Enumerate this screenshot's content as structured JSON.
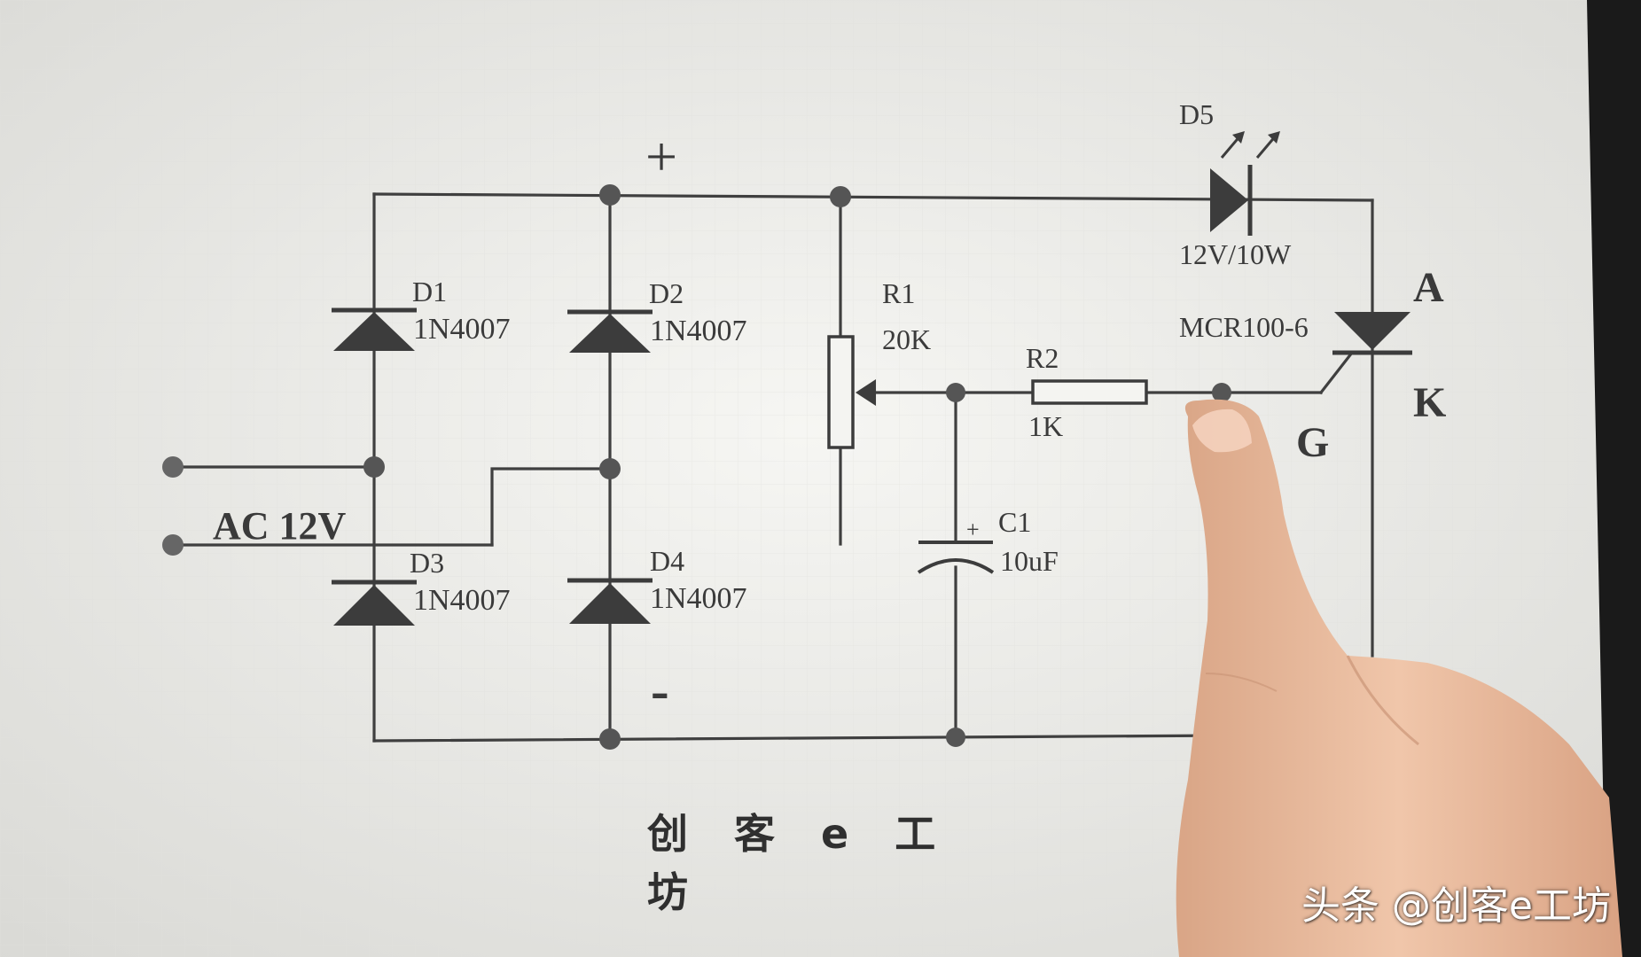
{
  "rail_labels": {
    "positive": "+",
    "negative": "-"
  },
  "input": {
    "label": "AC 12V"
  },
  "diodes": [
    {
      "ref": "D1",
      "part": "1N4007"
    },
    {
      "ref": "D2",
      "part": "1N4007"
    },
    {
      "ref": "D3",
      "part": "1N4007"
    },
    {
      "ref": "D4",
      "part": "1N4007"
    }
  ],
  "led": {
    "ref": "D5",
    "rating": "12V/10W"
  },
  "potentiometer": {
    "ref": "R1",
    "value": "20K"
  },
  "resistor": {
    "ref": "R2",
    "value": "1K"
  },
  "capacitor": {
    "ref": "C1",
    "value": "10uF",
    "polarity": "+"
  },
  "thyristor": {
    "part": "MCR100-6",
    "anode": "A",
    "cathode": "K",
    "gate": "G"
  },
  "footer_title": "创 客 e 工 坊",
  "watermark": "头条 @创客e工坊",
  "colors": {
    "paper": "#f2f2ef",
    "ink": "#3c3c3c",
    "grid": "#e2e2de",
    "skin": "#e8b89a"
  }
}
